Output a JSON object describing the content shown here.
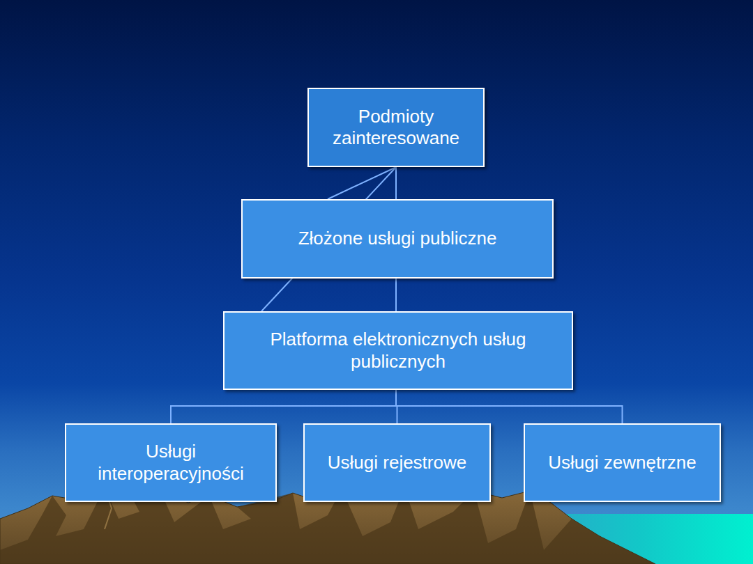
{
  "diagram": {
    "nodes": [
      {
        "text": [
          "Podmioty zainteresowane"
        ]
      },
      {
        "text": [
          "Złożone usługi publiczne"
        ]
      },
      {
        "text": [
          "Platforma elektronicznych usług publicznych"
        ]
      },
      {
        "text": [
          "Usługi interoperacyjności"
        ]
      },
      {
        "text": [
          "Usługi rejestrowe"
        ]
      },
      {
        "text": [
          "Usługi zewnętrzne"
        ]
      }
    ],
    "edges": [
      {
        "from": 0,
        "to": 1,
        "arrow": "none"
      },
      {
        "from": 0,
        "to": 1,
        "arrow": "none"
      },
      {
        "from": 0,
        "to": 2,
        "arrow": "none"
      },
      {
        "from": 1,
        "to": 2,
        "arrow": "none"
      },
      {
        "from": 2,
        "to": 3,
        "arrow": "none"
      },
      {
        "from": 2,
        "to": 4,
        "arrow": "none"
      },
      {
        "from": 2,
        "to": 5,
        "arrow": "none"
      }
    ]
  }
}
